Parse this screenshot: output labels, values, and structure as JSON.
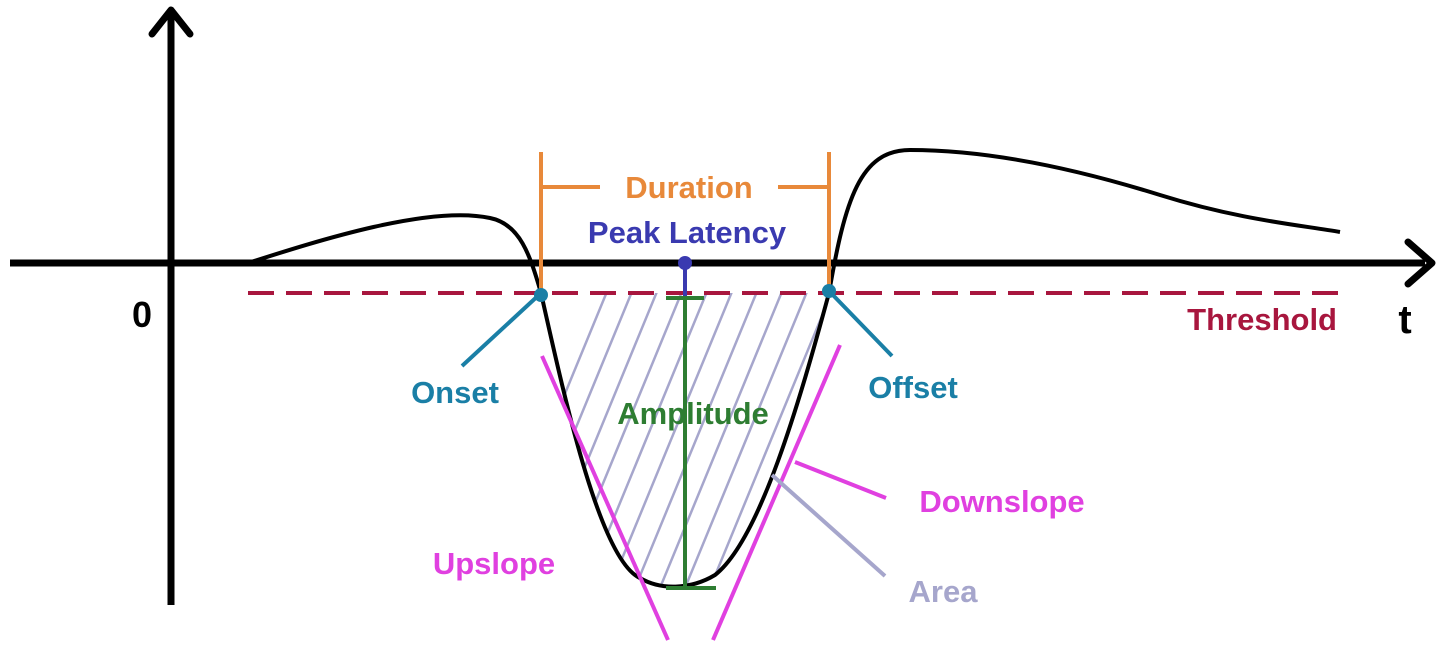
{
  "labels": {
    "zero": "0",
    "time": "t",
    "duration": "Duration",
    "peak_latency": "Peak Latency",
    "threshold": "Threshold",
    "onset": "Onset",
    "offset": "Offset",
    "amplitude": "Amplitude",
    "downslope": "Downslope",
    "upslope": "Upslope",
    "area": "Area"
  },
  "colors": {
    "axis": "#000000",
    "signal": "#000000",
    "duration": "#e8893a",
    "peak_latency": "#3a3ab0",
    "threshold": "#a8163e",
    "onset_offset": "#1a7fa6",
    "amplitude": "#2e7d32",
    "slope": "#e040e0",
    "area": "#a6a6cc"
  }
}
